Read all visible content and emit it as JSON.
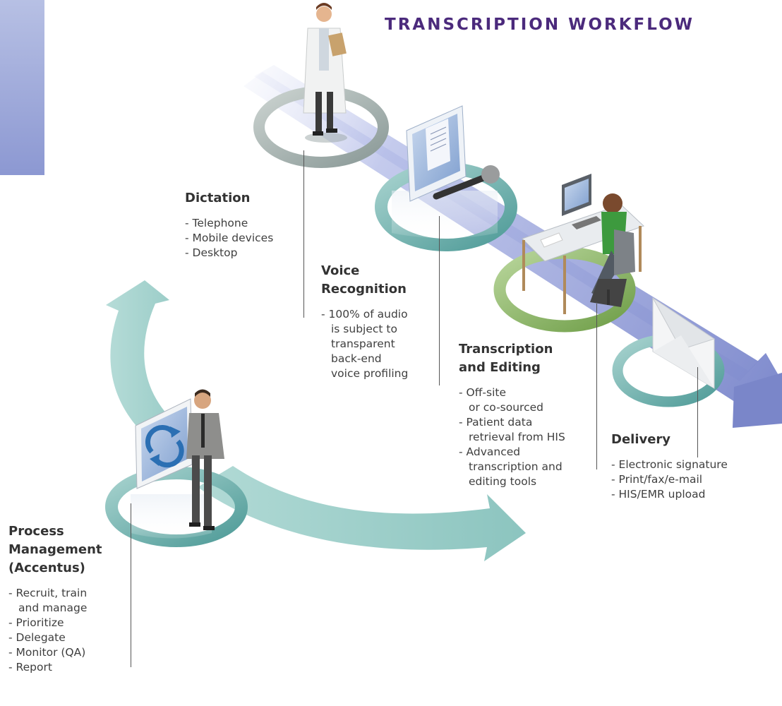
{
  "title": "TRANSCRIPTION WORKFLOW",
  "stages": [
    {
      "heading": "Dictation",
      "items": [
        "Telephone",
        "Mobile devices",
        "Desktop"
      ]
    },
    {
      "heading": "Voice\nRecognition",
      "items": [
        "100% of audio\nis subject to\ntransparent\nback-end\nvoice profiling"
      ]
    },
    {
      "heading": "Transcription\nand Editing",
      "items": [
        "Off-site\nor co-sourced",
        "Patient data\nretrieval from HIS",
        "Advanced\ntranscription and\nediting tools"
      ]
    },
    {
      "heading": "Delivery",
      "items": [
        "Electronic signature",
        "Print/fax/e-mail",
        "HIS/EMR upload"
      ]
    },
    {
      "heading": "Process\nManagement\n(Accentus)",
      "items": [
        "Recruit, train\nand manage",
        "Prioritize",
        "Delegate",
        "Monitor (QA)",
        "Report"
      ]
    }
  ],
  "colors": {
    "title": "#4b2a7c",
    "flow_arrow": "#8f9ad6",
    "cycle_arrow": "#8fc7c2",
    "side_tab": "#97a3d6"
  }
}
